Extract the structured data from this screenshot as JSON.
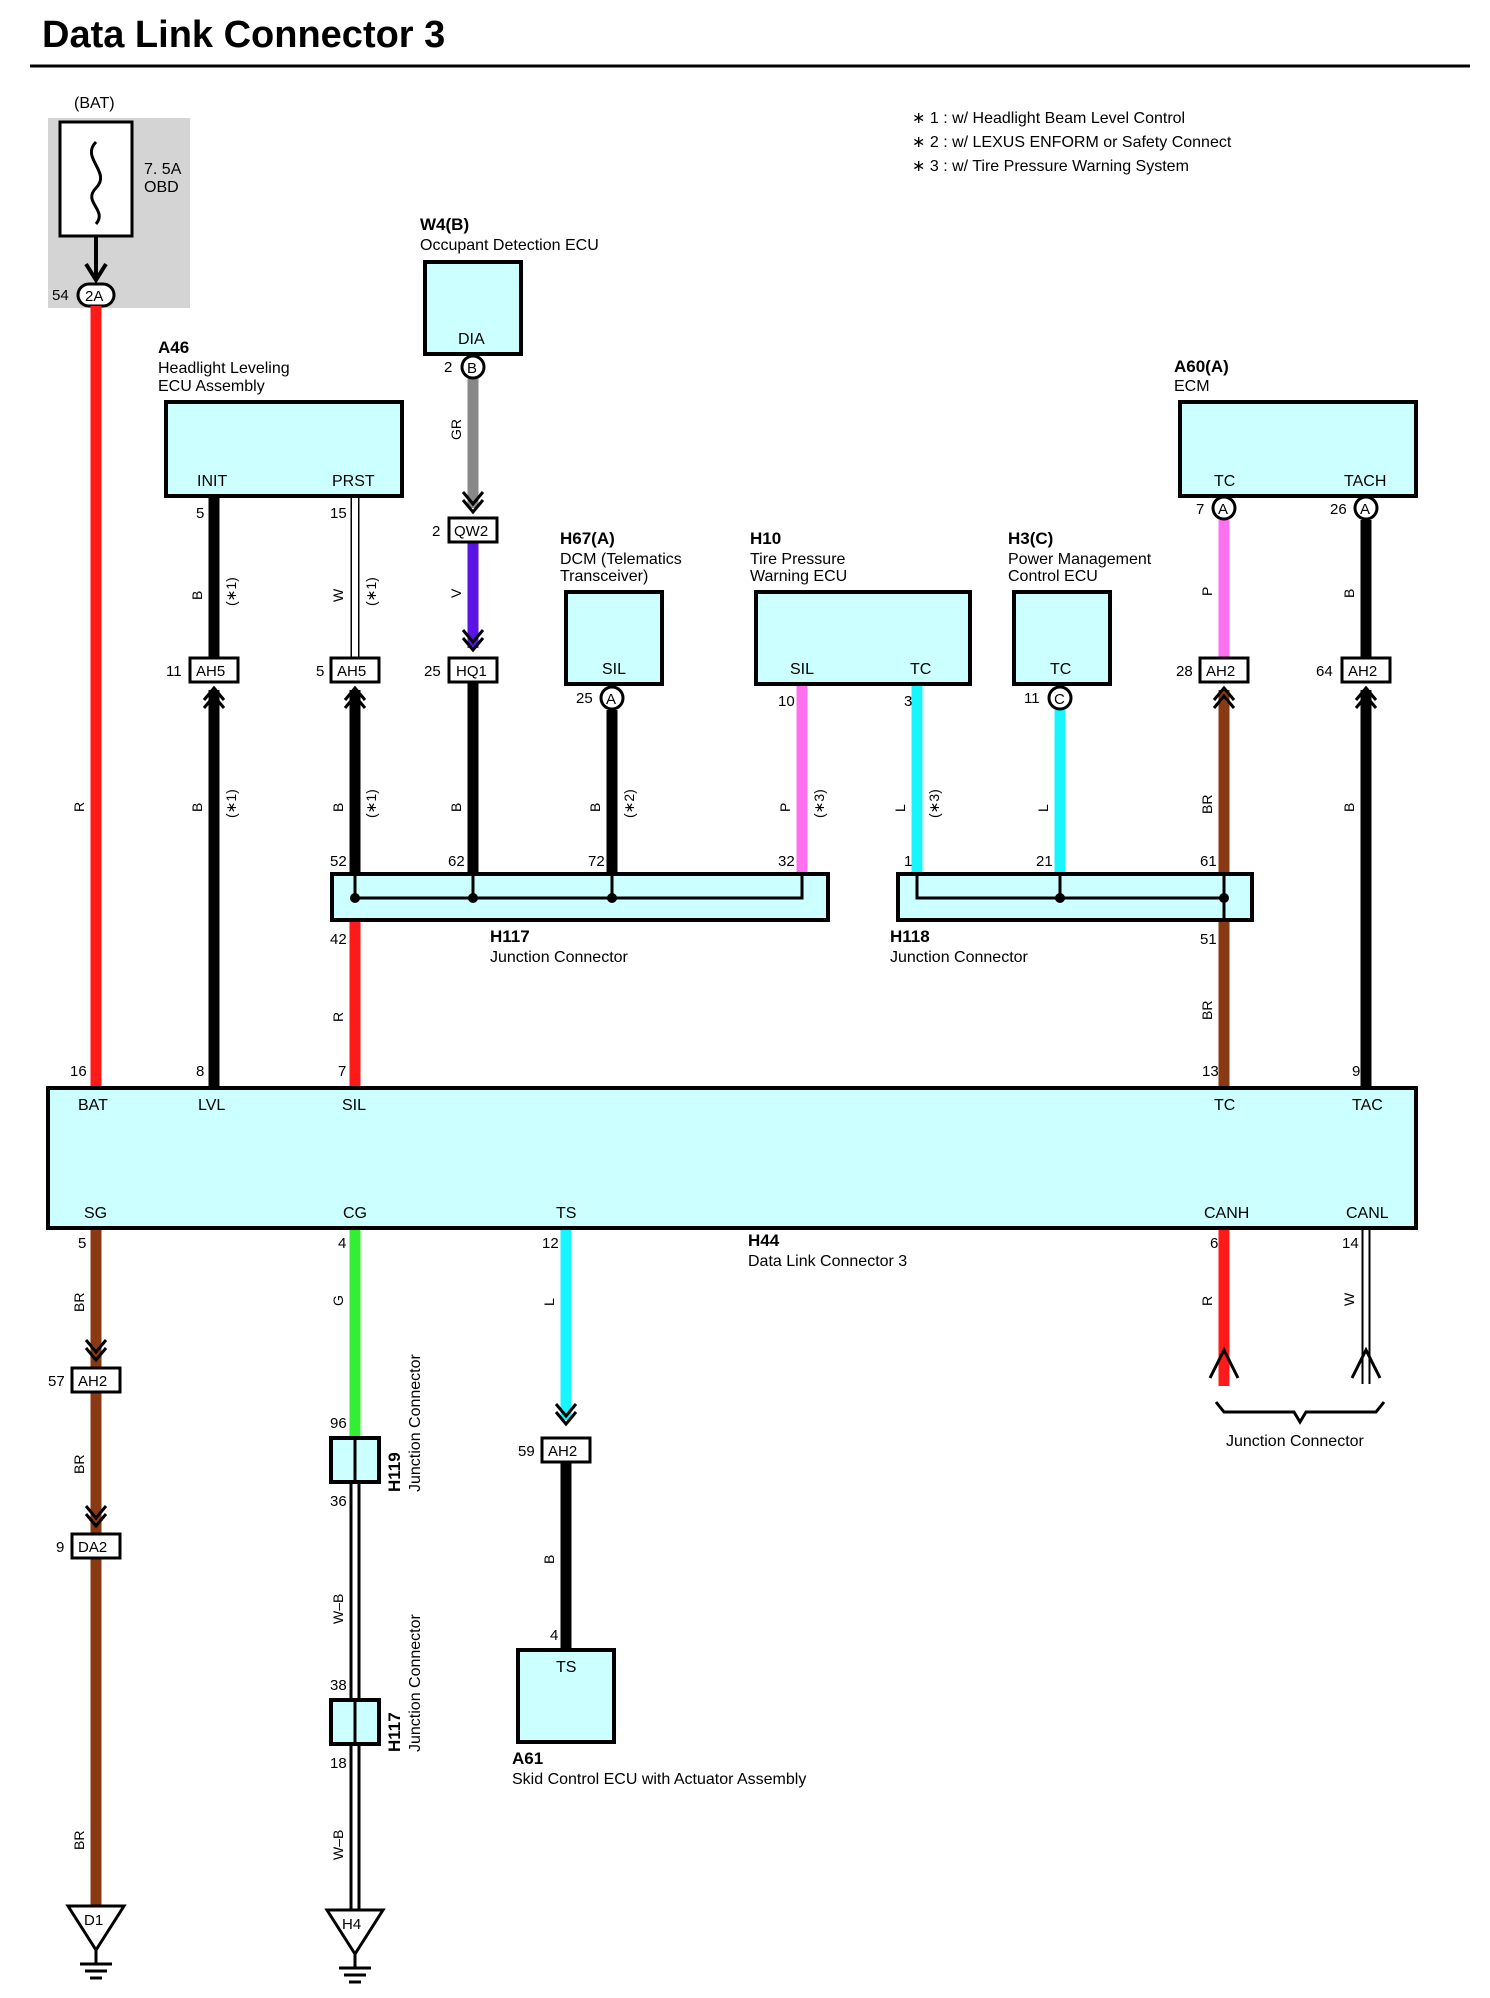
{
  "title": "Data Link Connector 3",
  "notes": [
    "∗ 1 : w/ Headlight Beam Level Control",
    "∗ 2 : w/ LEXUS ENFORM or Safety Connect",
    "∗ 3 : w/ Tire Pressure Warning System"
  ],
  "fuse": {
    "source": "(BAT)",
    "rating": "7. 5A",
    "name": "OBD",
    "pin": "54",
    "connector": "2A"
  },
  "components": {
    "w4": {
      "id": "W4(B)",
      "name": "Occupant Detection ECU",
      "terminal": "DIA",
      "pin": "2",
      "connector": "B"
    },
    "a46": {
      "id": "A46",
      "name1": "Headlight Leveling",
      "name2": "ECU Assembly",
      "t1": "INIT",
      "t2": "PRST",
      "p1": "5",
      "p2": "15"
    },
    "h67": {
      "id": "H67(A)",
      "name1": "DCM (Telematics",
      "name2": "Transceiver)",
      "terminal": "SIL",
      "pin": "25",
      "connector": "A"
    },
    "h10": {
      "id": "H10",
      "name1": "Tire Pressure",
      "name2": "Warning ECU",
      "t1": "SIL",
      "t2": "TC",
      "p1": "10",
      "p2": "3"
    },
    "h3": {
      "id": "H3(C)",
      "name1": "Power Management",
      "name2": "Control ECU",
      "terminal": "TC",
      "pin": "11",
      "connector": "C"
    },
    "a60": {
      "id": "A60(A)",
      "name": "ECM",
      "t1": "TC",
      "t2": "TACH",
      "p1": "7",
      "p2": "26",
      "c1": "A",
      "c2": "A"
    },
    "h117": {
      "id": "H117",
      "name": "Junction Connector",
      "p52": "52",
      "p62": "62",
      "p72": "72",
      "p32": "32",
      "p42": "42"
    },
    "h118": {
      "id": "H118",
      "name": "Junction Connector",
      "p1": "1",
      "p21": "21",
      "p61": "61",
      "p51": "51"
    },
    "h44": {
      "id": "H44",
      "name": "Data Link Connector 3",
      "top": {
        "bat": "BAT",
        "lvl": "LVL",
        "sil": "SIL",
        "tc": "TC",
        "tac": "TAC",
        "p_bat": "16",
        "p_lvl": "8",
        "p_sil": "7",
        "p_tc": "13",
        "p_tac": "9"
      },
      "bottom": {
        "sg": "SG",
        "cg": "CG",
        "ts": "TS",
        "canh": "CANH",
        "canl": "CANL",
        "p_sg": "5",
        "p_cg": "4",
        "p_ts": "12",
        "p_canh": "6",
        "p_canl": "14"
      }
    },
    "a61": {
      "id": "A61",
      "name": "Skid Control ECU with Actuator Assembly",
      "terminal": "TS",
      "pin": "4"
    },
    "h119": {
      "id": "H119",
      "name": "Junction Connector",
      "p_in": "96",
      "p_out": "36"
    },
    "h117b": {
      "id": "H117",
      "name": "Junction Connector",
      "p_in": "38",
      "p_out": "18"
    },
    "can_junction": "Junction Connector"
  },
  "inline_connectors": {
    "qw2": {
      "label": "QW2",
      "pin": "2"
    },
    "hq1": {
      "label": "HQ1",
      "pin": "25"
    },
    "ah5a": {
      "label": "AH5",
      "pin": "11"
    },
    "ah5b": {
      "label": "AH5",
      "pin": "5"
    },
    "ah2a": {
      "label": "AH2",
      "pin": "28"
    },
    "ah2b": {
      "label": "AH2",
      "pin": "64"
    },
    "ah2c": {
      "label": "AH2",
      "pin": "57"
    },
    "da2": {
      "label": "DA2",
      "pin": "9"
    },
    "ah2d": {
      "label": "AH2",
      "pin": "59"
    }
  },
  "grounds": {
    "g1": "D1",
    "g2": "H4"
  },
  "wire_labels": {
    "r": "R",
    "b": "B",
    "w": "W",
    "gr": "GR",
    "v": "V",
    "p": "P",
    "l": "L",
    "br": "BR",
    "g": "G",
    "wb": "W–B",
    "n1": "(∗1)",
    "n2": "(∗2)",
    "n3": "(∗3)"
  },
  "colors": {
    "ecu": "#ccffff",
    "red": "#ff1a1a",
    "black": "#000000",
    "gray": "#888888",
    "violet": "#5a14e6",
    "pink": "#ff70f0",
    "cyan": "#19f5ff",
    "brown": "#8a3a12",
    "green": "#33ee33"
  }
}
